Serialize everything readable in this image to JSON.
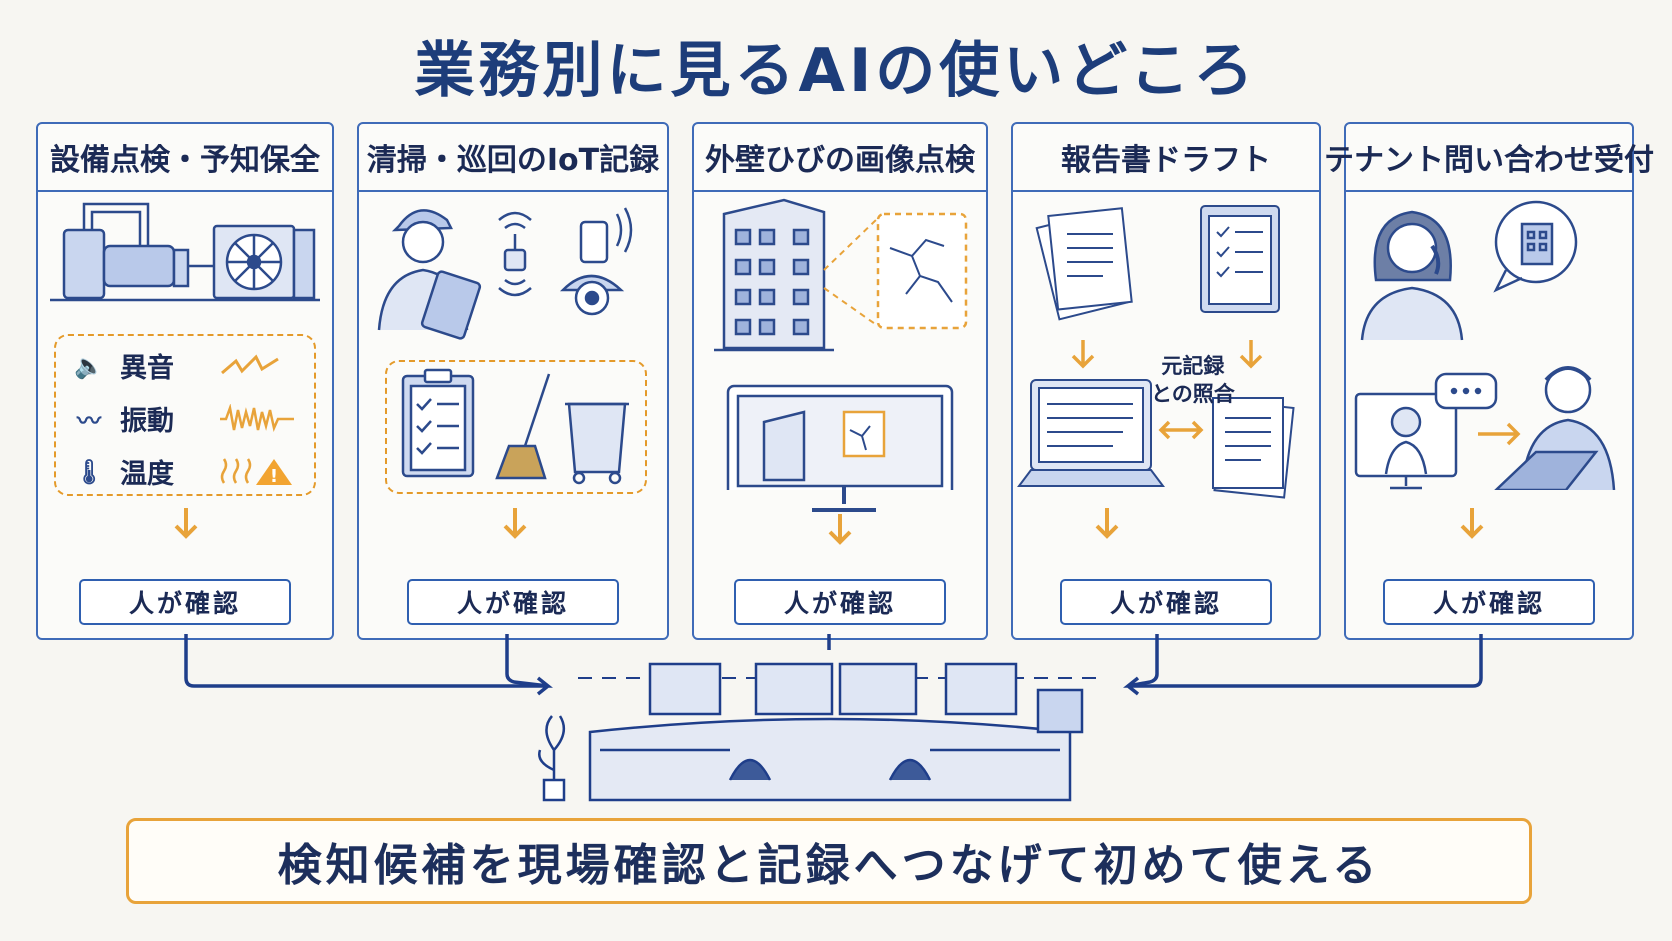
{
  "title": "業務別に見るAIの使いどころ",
  "panels": [
    {
      "heading": "設備点検・予知保全",
      "confirm": "人が確認",
      "signals": [
        {
          "label": "異音",
          "icon": "speaker-icon"
        },
        {
          "label": "振動",
          "icon": "vibration-icon"
        },
        {
          "label": "温度",
          "icon": "thermometer-icon"
        }
      ]
    },
    {
      "heading": "清掃・巡回のIoT記録",
      "confirm": "人が確認"
    },
    {
      "heading": "外壁ひびの画像点検",
      "confirm": "人が確認"
    },
    {
      "heading": "報告書ドラフト",
      "confirm": "人が確認",
      "note": "元記録\nとの照合"
    },
    {
      "heading": "テナント問い合わせ受付",
      "confirm": "人が確認"
    }
  ],
  "bottom_message": "検知候補を現場確認と記録へつなげて初めて使える",
  "colors": {
    "blue": "#3f6bb8",
    "navy": "#1b2a55",
    "orange": "#e8a33a"
  }
}
